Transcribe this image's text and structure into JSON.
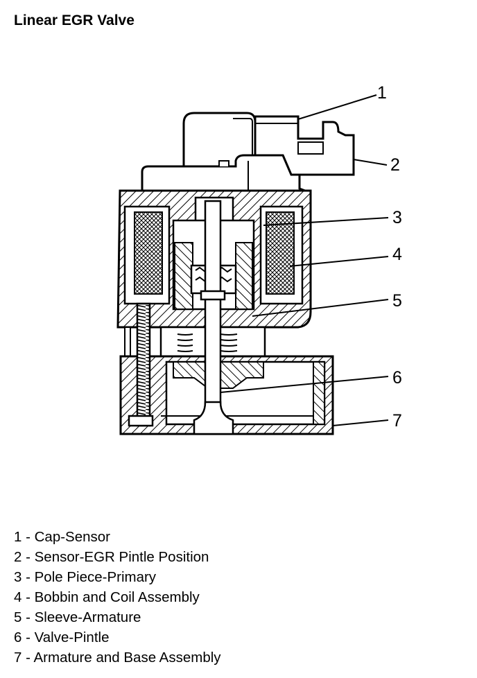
{
  "title": "Linear EGR Valve",
  "callouts": [
    "1",
    "2",
    "3",
    "4",
    "5",
    "6",
    "7"
  ],
  "legend": [
    "1 - Cap-Sensor",
    "2 - Sensor-EGR Pintle Position",
    "3 - Pole Piece-Primary",
    "4 - Bobbin and Coil Assembly",
    "5 - Sleeve-Armature",
    "6 - Valve-Pintle",
    "7 - Armature and Base Assembly"
  ]
}
